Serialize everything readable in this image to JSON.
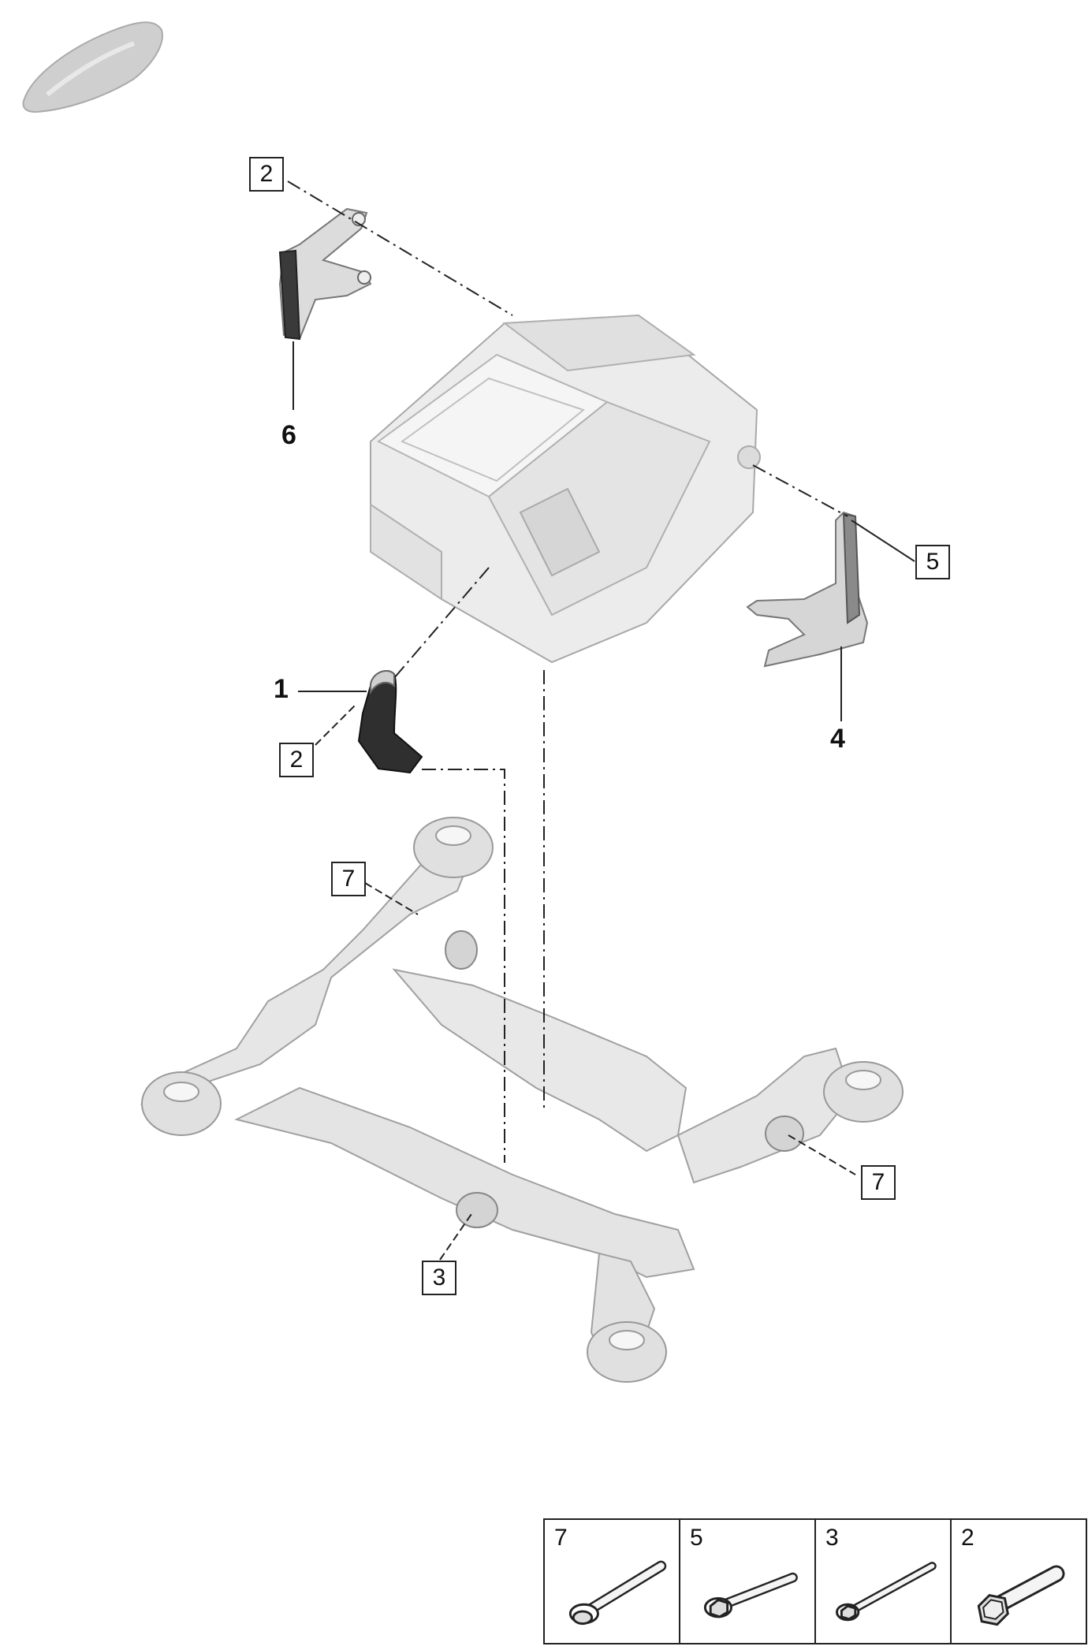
{
  "callouts": [
    {
      "id": "c-2-top",
      "label": "2",
      "style": "boxed"
    },
    {
      "id": "c-6",
      "label": "6",
      "style": "bold"
    },
    {
      "id": "c-5",
      "label": "5",
      "style": "boxed"
    },
    {
      "id": "c-4",
      "label": "4",
      "style": "bold"
    },
    {
      "id": "c-1",
      "label": "1",
      "style": "bold"
    },
    {
      "id": "c-2-mid",
      "label": "2",
      "style": "boxed"
    },
    {
      "id": "c-7-left",
      "label": "7",
      "style": "boxed"
    },
    {
      "id": "c-7-right",
      "label": "7",
      "style": "boxed"
    },
    {
      "id": "c-3",
      "label": "3",
      "style": "boxed"
    }
  ],
  "fastener_table": [
    {
      "number": "7",
      "icon": "long-flange-bolt-icon"
    },
    {
      "number": "5",
      "icon": "hex-flange-bolt-icon"
    },
    {
      "number": "3",
      "icon": "long-hex-bolt-icon"
    },
    {
      "number": "2",
      "icon": "short-hex-bolt-icon"
    }
  ],
  "colors": {
    "line": "#222222",
    "part_fill": "#e6e6e6",
    "part_stroke": "#9a9a9a",
    "dark_part": "#3a3a3a"
  }
}
